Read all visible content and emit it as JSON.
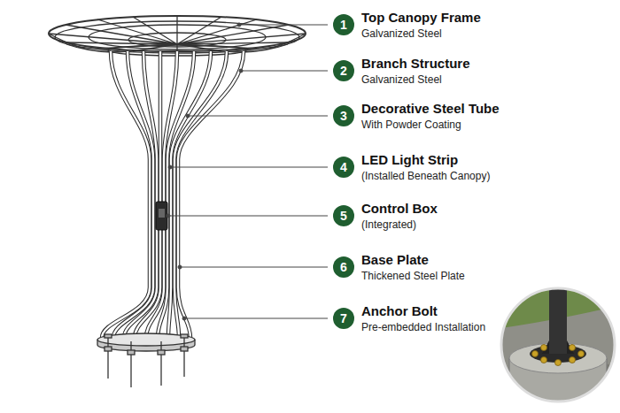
{
  "diagram": {
    "labels": [
      "1",
      "Top Canopy Frame",
      "Galvanized Steel",
      "2",
      "Branch Structure",
      "Galvanized Steel",
      "3",
      "Decorative Steel Tube",
      "With Powder Coating",
      "4",
      "LED Light Strip",
      "(Installed Beneath Canopy)",
      "5",
      "Control Box",
      "(Integrated)",
      "6",
      "Base Plate",
      "Thickened Steel Plate",
      "7",
      "Anchor Bolt",
      "Pre-embedded Installation"
    ]
  }
}
